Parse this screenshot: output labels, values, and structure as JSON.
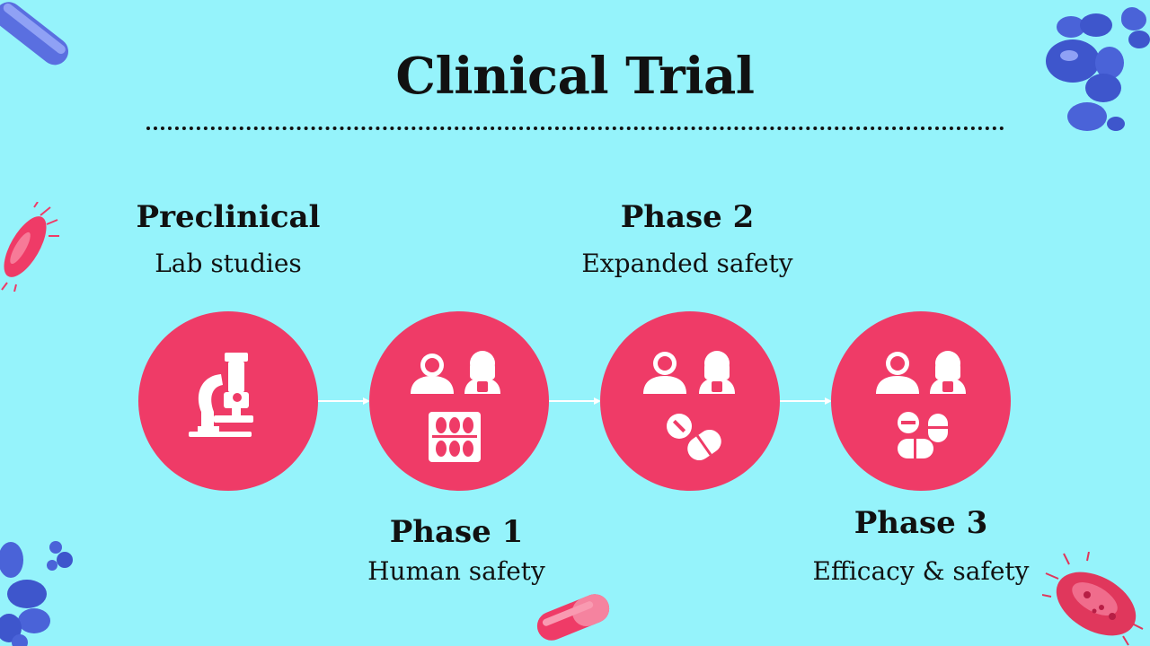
{
  "title": "Clinical Trial",
  "colors": {
    "background": "#95f3fb",
    "accent": "#ef3b67",
    "bacteria_blue": "#4a63d8"
  },
  "steps": [
    {
      "heading": "Preclinical",
      "sub": "Lab studies",
      "icons": [
        "microscope-icon"
      ]
    },
    {
      "heading": "Phase 1",
      "sub": "Human safety",
      "icons": [
        "doctor-icon",
        "patient-icon",
        "pill-blister-icon"
      ]
    },
    {
      "heading": "Phase 2",
      "sub": "Expanded safety",
      "icons": [
        "doctor-icon",
        "patient-icon",
        "pills-icon"
      ]
    },
    {
      "heading": "Phase 3",
      "sub": "Efficacy & safety",
      "icons": [
        "doctor-icon",
        "patient-icon",
        "capsules-icon"
      ]
    }
  ]
}
